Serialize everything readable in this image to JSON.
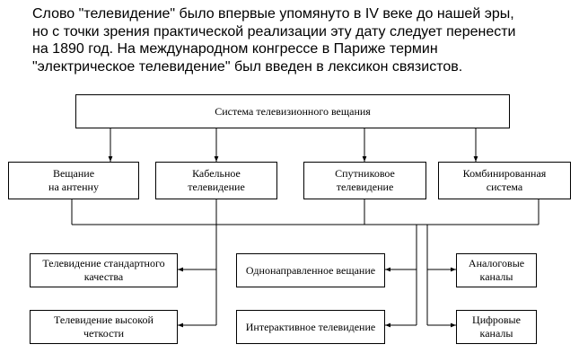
{
  "intro": {
    "lines": [
      "Слово \"телевидение\" было впервые упомянуто в IV веке до нашей эры,",
      "но с точки зрения практической реализации эту дату следует перенести",
      "на 1890 год. На международном конгрессе в Париже термин",
      "\"электрическое телевидение\" был введен в лексикон связистов."
    ]
  },
  "diagram": {
    "root": "Система телевизионного вещания",
    "level1": [
      {
        "line1": "Вещание",
        "line2": "на антенну"
      },
      {
        "line1": "Кабельное",
        "line2": "телевидение"
      },
      {
        "line1": "Спутниковое",
        "line2": "телевидение"
      },
      {
        "line1": "Комбинированная",
        "line2": "система"
      }
    ],
    "quality": [
      {
        "line1": "Телевидение стандартного",
        "line2": "качества"
      },
      {
        "line1": "Телевидение высокой",
        "line2": "четкости"
      }
    ],
    "direction": [
      "Однонаправленное вещание",
      "Интерактивное телевидение"
    ],
    "channels": [
      {
        "line1": "Аналоговые",
        "line2": "каналы"
      },
      {
        "line1": "Цифровые",
        "line2": "каналы"
      }
    ]
  }
}
